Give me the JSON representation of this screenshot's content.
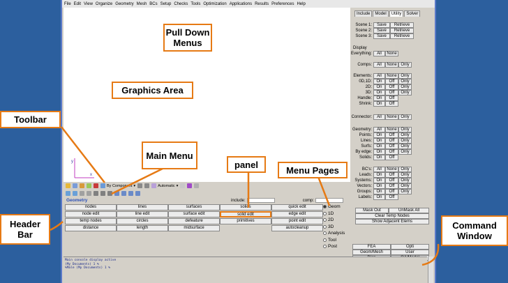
{
  "menubar": {
    "items": [
      "File",
      "Edit",
      "View",
      "Organize",
      "Geometry",
      "Mesh",
      "BCs",
      "Setup",
      "Checks",
      "Tools",
      "Optimization",
      "Applications",
      "Results",
      "Preferences",
      "Help"
    ]
  },
  "toolbar": {
    "by_component": "By Component",
    "automatic": "Automatic"
  },
  "panel": {
    "title": "Geometry",
    "include_label": "include:",
    "comp_label": "comp:",
    "rows": [
      [
        "nodes",
        "lines",
        "surfaces",
        "solids",
        "quick edit"
      ],
      [
        "node edit",
        "line edit",
        "surface edit",
        "solid edit",
        "edge edit"
      ],
      [
        "temp nodes",
        "circles",
        "defeature",
        "primitives",
        "point edit"
      ],
      [
        "distance",
        "length",
        "midsurface",
        "",
        "autocleanup"
      ]
    ],
    "pages": [
      "Geom",
      "1D",
      "2D",
      "3D",
      "Analysis",
      "Tool",
      "Post"
    ],
    "selected_page": "Geom"
  },
  "utility": {
    "tabs": [
      "Include",
      "Model",
      "Utility",
      "Solver"
    ],
    "active_tab": "Utility",
    "scenes": [
      {
        "label": "Scene 1:",
        "save": "Save",
        "retrieve": "Retrieve"
      },
      {
        "label": "Scene 2:",
        "save": "Save",
        "retrieve": "Retrieve"
      },
      {
        "label": "Scene 3:",
        "save": "Save",
        "retrieve": "Retrieve"
      }
    ],
    "display_header": "Display",
    "everything_label": "Everything:",
    "all": "All",
    "none": "None",
    "only": "Only",
    "on": "On",
    "off": "Off",
    "comps_label": "Comps:",
    "elements_label": "Elements:",
    "element_rows": [
      "0D,1D:",
      "2D:",
      "3D:",
      "Handle:",
      "Shrink:"
    ],
    "connector_label": "Connector:",
    "geometry_label": "Geometry:",
    "geometry_rows": [
      "Points:",
      "Lines:",
      "Surfs:",
      "By edge:",
      "Solids:"
    ],
    "bcs_label": "BC's:",
    "bcs_rows": [
      "Leads:",
      "Systems:",
      "Vectors:",
      "Groups:",
      "Labels:"
    ],
    "mask_out": "Mask Out",
    "unmask_all": "UnMask All",
    "clear_temp_nodes": "Clear Temp Nodes",
    "show_adjacent": "Show Adjacent Elems",
    "bottom_buttons": [
      [
        "FEA",
        "Opti"
      ],
      [
        "Geom/Mesh",
        "User"
      ],
      [
        "Disp",
        "QA/Model"
      ]
    ]
  },
  "command": {
    "lines": [
      "Main console display active",
      "(My Documents) 1 %",
      "%Male (My Documents) 1 %"
    ]
  },
  "callouts": {
    "pull_down": "Pull Down Menus",
    "graphics": "Graphics Area",
    "toolbar": "Toolbar",
    "main_menu": "Main Menu",
    "panel": "panel",
    "menu_pages": "Menu Pages",
    "header_bar": "Header Bar",
    "command_window": "Command Window"
  },
  "axis": {
    "y": "y",
    "x": "x"
  },
  "colors": {
    "background": "#2c5f9e",
    "callout_border": "#e67a14",
    "panel_title": "#2a4fb8",
    "highlight": "#e67a14"
  }
}
